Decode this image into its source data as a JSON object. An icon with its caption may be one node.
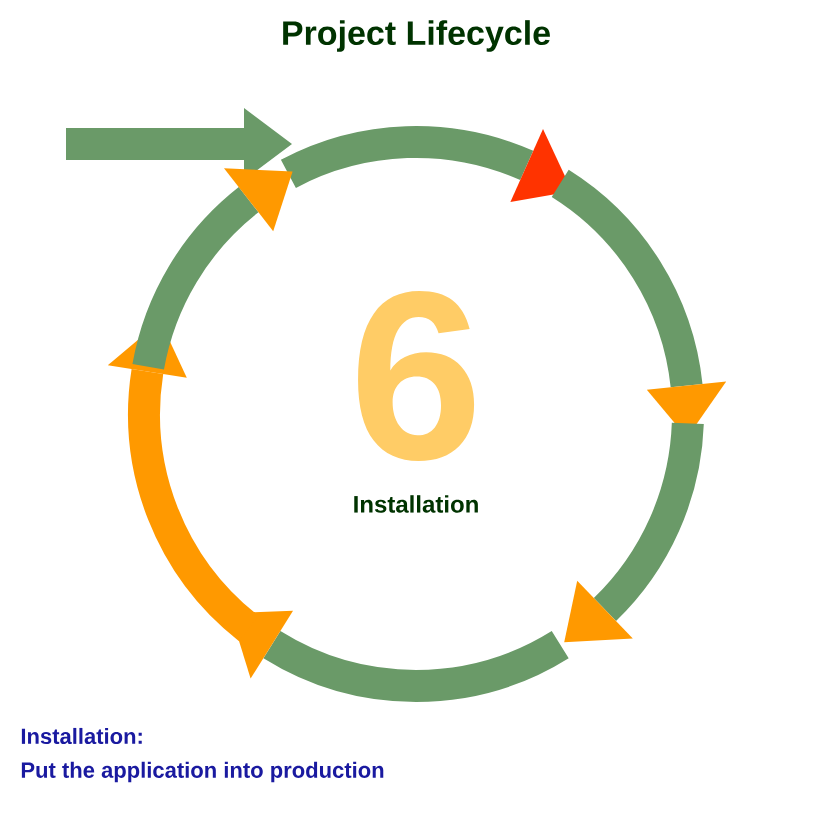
{
  "diagram": {
    "title": "Project Lifecycle",
    "labels": [
      "6",
      "Installation",
      "Installation:",
      "Put the application into production"
    ]
  }
}
